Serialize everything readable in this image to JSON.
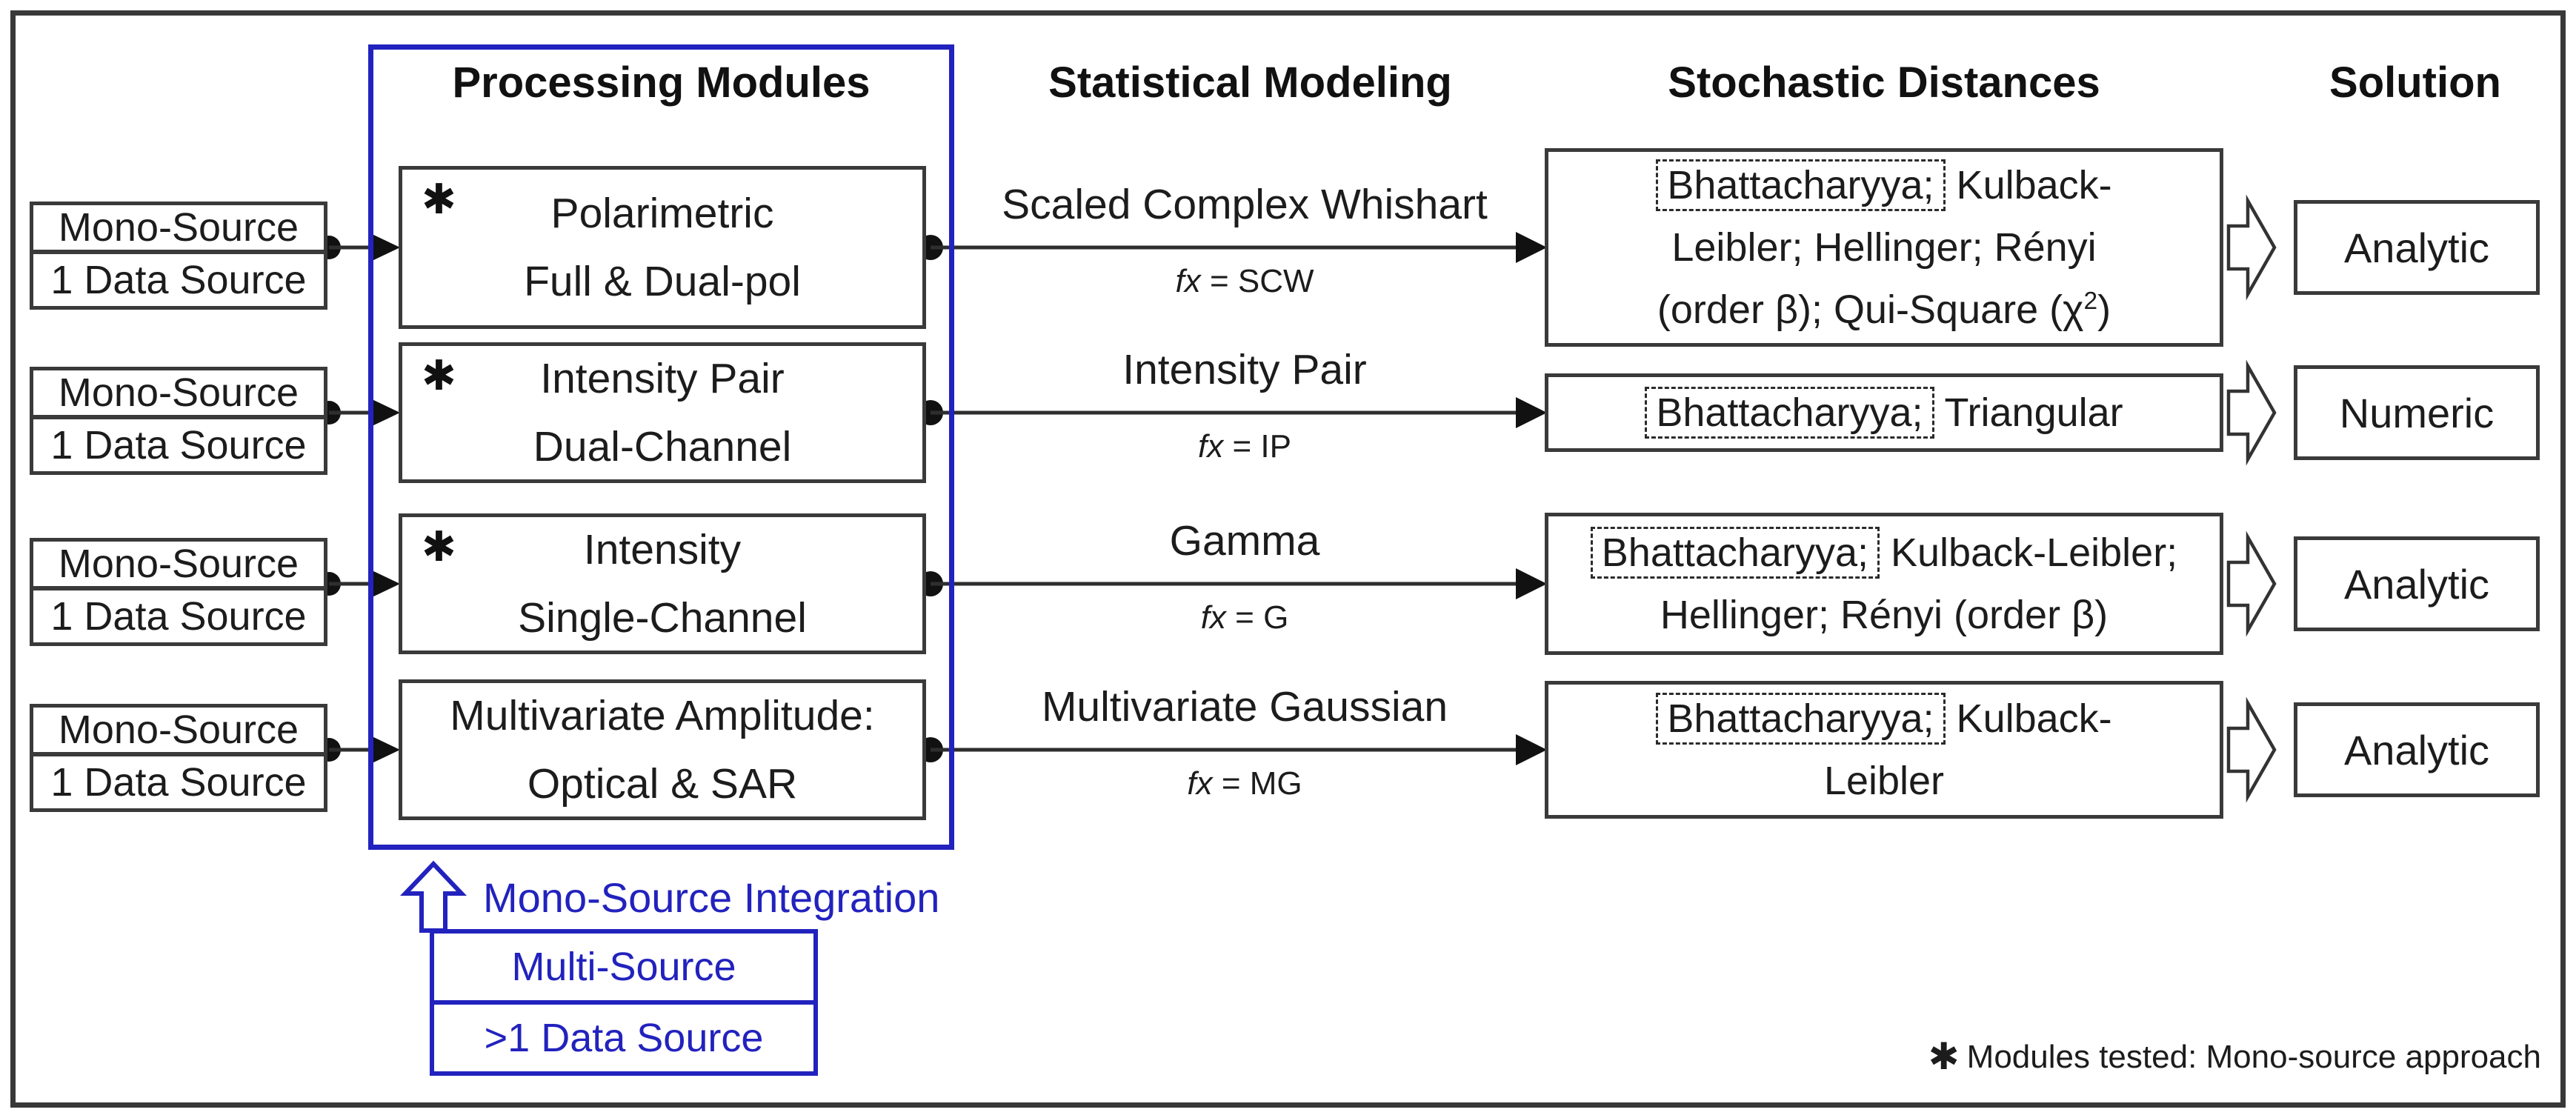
{
  "headers": {
    "processing_modules": "Processing Modules",
    "statistical_modeling": "Statistical Modeling",
    "stochastic_distances": "Stochastic Distances",
    "solution": "Solution"
  },
  "rows": [
    {
      "source": {
        "top": "Mono-Source",
        "bottom": "1 Data Source"
      },
      "module": {
        "mark": "✱",
        "line1": "Polarimetric",
        "line2": "Full & Dual-pol"
      },
      "model": {
        "name": "Scaled Complex Whishart",
        "fx_symbol": "fx",
        "fx_rest": " = SCW"
      },
      "distances": {
        "tag": "Bhattacharyya;",
        "line1_rest": " Kulback-",
        "line2": "Leibler; Hellinger; Rényi",
        "line3_pre": "(order β); Qui-Square (χ",
        "line3_sup": "2",
        "line3_tail": ")"
      },
      "solution": "Analytic"
    },
    {
      "source": {
        "top": "Mono-Source",
        "bottom": "1 Data Source"
      },
      "module": {
        "mark": "✱",
        "line1": "Intensity Pair",
        "line2": "Dual-Channel"
      },
      "model": {
        "name": "Intensity Pair",
        "fx_symbol": "fx",
        "fx_rest": " = IP"
      },
      "distances": {
        "tag": "Bhattacharyya;",
        "line1_rest": " Triangular"
      },
      "solution": "Numeric"
    },
    {
      "source": {
        "top": "Mono-Source",
        "bottom": "1 Data Source"
      },
      "module": {
        "mark": "✱",
        "line1": "Intensity",
        "line2": "Single-Channel"
      },
      "model": {
        "name": "Gamma",
        "fx_symbol": "fx",
        "fx_rest": " = G"
      },
      "distances": {
        "tag": "Bhattacharyya;",
        "line1_rest": " Kulback-Leibler;",
        "line2": "Hellinger; Rényi (order β)"
      },
      "solution": "Analytic"
    },
    {
      "source": {
        "top": "Mono-Source",
        "bottom": "1 Data Source"
      },
      "module": {
        "line1": "Multivariate Amplitude:",
        "line2": "Optical & SAR"
      },
      "model": {
        "name": "Multivariate Gaussian",
        "fx_symbol": "fx",
        "fx_rest": " = MG"
      },
      "distances": {
        "tag": "Bhattacharyya;",
        "line1_rest": " Kulback-",
        "line2": "Leibler"
      },
      "solution": "Analytic"
    }
  ],
  "legend": {
    "integration": "Mono-Source Integration",
    "multi_top": "Multi-Source",
    "multi_bottom": ">1 Data Source"
  },
  "footnote": {
    "mark": "✱",
    "text": "Modules tested: Mono-source approach"
  },
  "colors": {
    "accent_blue": "#2222be",
    "ink": "#1c1c1c",
    "box_border": "#3a3a3a"
  }
}
